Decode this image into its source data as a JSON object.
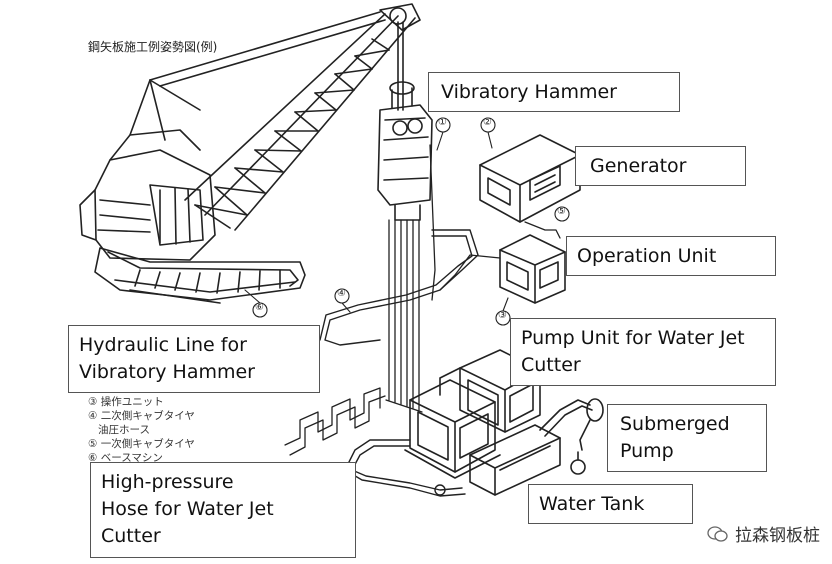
{
  "title_jp": "鋼矢板施工例姿勢図(例)",
  "labels": {
    "vibratory_hammer": "Vibratory Hammer",
    "generator": "Generator",
    "operation_unit": "Operation Unit",
    "hydraulic_line_1": "Hydraulic Line for",
    "hydraulic_line_2": "Vibratory Hammer",
    "pump_unit_1": "Pump Unit for Water Jet",
    "pump_unit_2": "Cutter",
    "submerged_pump_1": "Submerged",
    "submerged_pump_2": "Pump",
    "hose_1": "High-pressure",
    "hose_2": "Hose for Water Jet",
    "hose_3": "Cutter",
    "water_tank": "Water Tank"
  },
  "callouts": [
    "①",
    "②",
    "③",
    "④",
    "⑤",
    "⑥"
  ],
  "legend_jp": [
    "③ 操作ユニット",
    "④ 二次側キャブタイヤ",
    "   油圧ホース",
    "⑤ 一次側キャブタイヤ",
    "⑥ ベースマシン"
  ],
  "watermark": "拉森钢板桩"
}
